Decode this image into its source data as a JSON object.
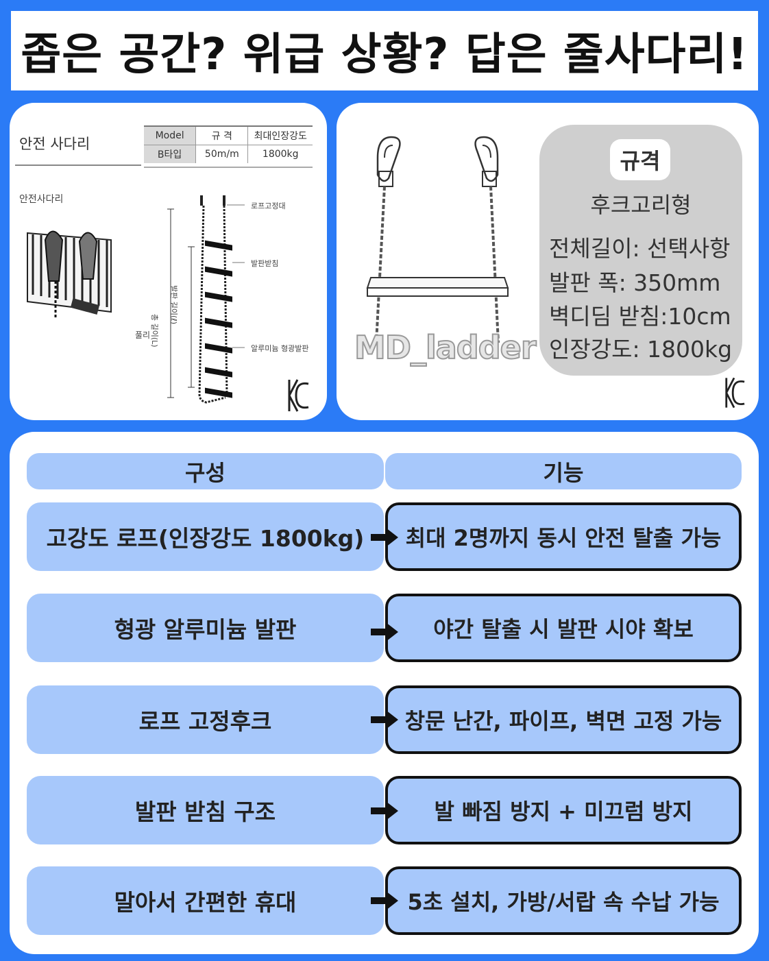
{
  "title": "좁은 공간? 위급 상황? 답은 줄사다리!",
  "left_card": {
    "title": "안전 사다리",
    "table": {
      "headers": [
        "Model",
        "규 격",
        "최대인장강도"
      ],
      "row": [
        "B타입",
        "50m/m",
        "1800kg"
      ]
    },
    "subtitle": "안전사다리",
    "label_pulley": "풀리",
    "label_total_length": "총 길이(L)",
    "label_step_length": "발판 길이(ℓ)",
    "callouts": [
      "로프고정대",
      "발판받침",
      "알루미늄 형광발판"
    ]
  },
  "right_card": {
    "watermark": "MD_ladder",
    "badge": "규격",
    "type": "후크고리형",
    "specs": [
      "전체길이: 선택사항",
      "발판 폭: 350mm",
      "벽디딤 받침:10cm",
      "인장강도: 1800kg"
    ]
  },
  "table": {
    "headers": [
      "구성",
      "기능"
    ],
    "rows": [
      {
        "component": "고강도 로프(인장강도 1800kg)",
        "function": "최대 2명까지 동시 안전 탈출 가능"
      },
      {
        "component": "형광 알루미늄 발판",
        "function": "야간 탈출 시 발판 시야 확보"
      },
      {
        "component": "로프 고정후크",
        "function": "창문 난간, 파이프, 벽면 고정 가능"
      },
      {
        "component": "발판 받침 구조",
        "function": "발 빠짐 방지 + 미끄럼 방지"
      },
      {
        "component": "말아서 간편한 휴대",
        "function": "5초 설치, 가방/서랍 속 수납 가능"
      }
    ]
  },
  "colors": {
    "background": "#2b7bf6",
    "cell": "#a7c8fb",
    "spec_box": "#cfcfcf"
  }
}
